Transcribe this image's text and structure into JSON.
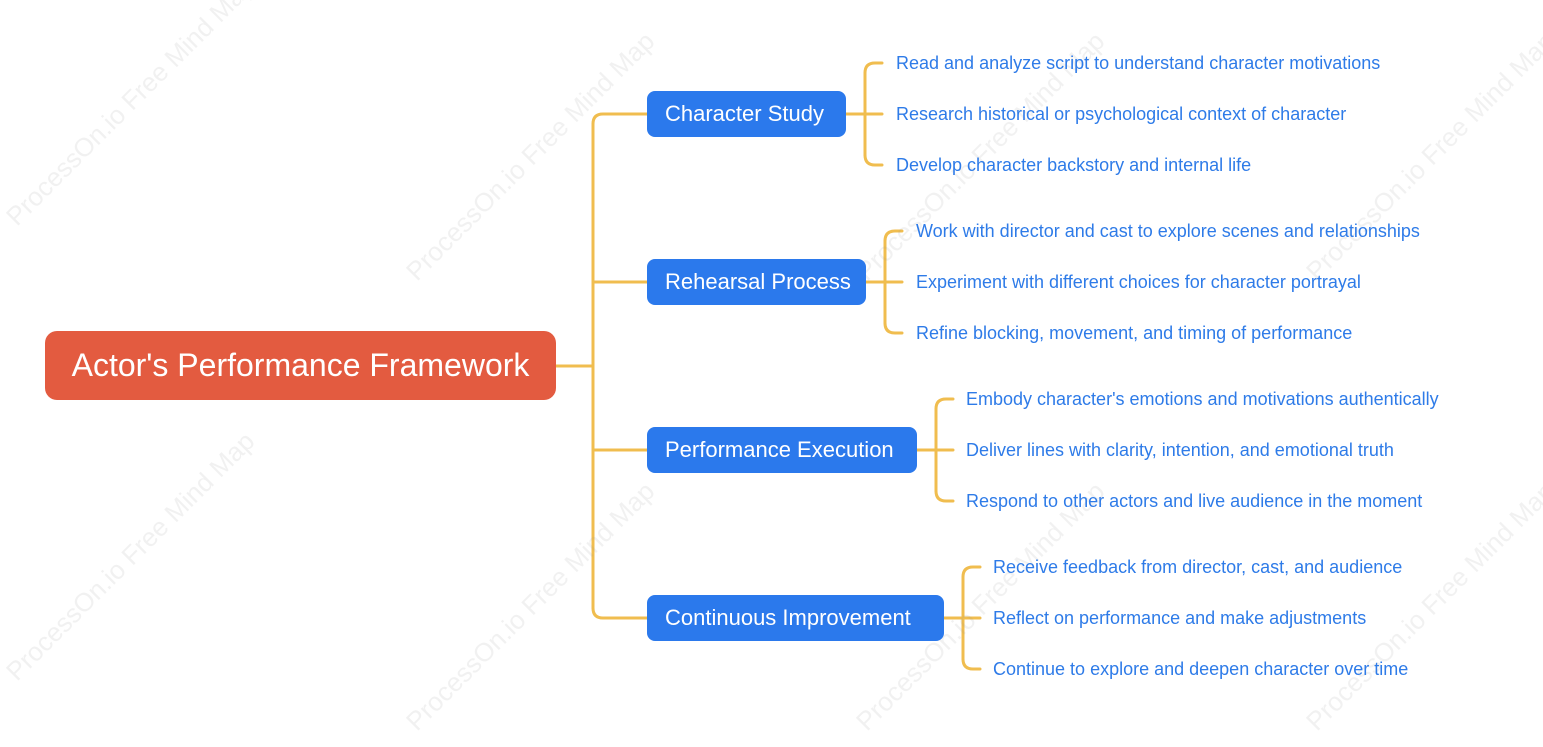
{
  "watermark_text": "ProcessOn.io Free Mind Map",
  "colors": {
    "root": "#e35b40",
    "branch": "#2b79ec",
    "leaf_text": "#2e7be8",
    "connector": "#f0bd4f"
  },
  "root": {
    "label": "Actor's Performance Framework"
  },
  "branches": [
    {
      "label": "Character Study",
      "children": [
        "Read and analyze script to understand character motivations",
        "Research historical or psychological context of character",
        "Develop character backstory and internal life"
      ]
    },
    {
      "label": "Rehearsal Process",
      "children": [
        "Work with director and cast to explore scenes and relationships",
        "Experiment with different choices for character portrayal",
        "Refine blocking, movement, and timing of performance"
      ]
    },
    {
      "label": "Performance Execution",
      "children": [
        "Embody character's emotions and motivations authentically",
        "Deliver lines with clarity, intention, and emotional truth",
        "Respond to other actors and live audience in the moment"
      ]
    },
    {
      "label": "Continuous Improvement",
      "children": [
        "Receive feedback from director, cast, and audience",
        "Reflect on performance and make adjustments",
        "Continue to explore and deepen character over time"
      ]
    }
  ]
}
